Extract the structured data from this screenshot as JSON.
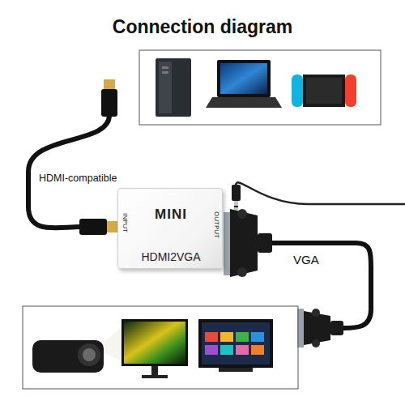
{
  "diagram": {
    "title": "Connection diagram",
    "nodes": [
      {
        "text": [
          "MINI",
          "HDMI2VGA",
          "INPUT",
          "OUTPUT"
        ]
      }
    ],
    "labels": [
      "HDMI-compatible",
      "VGA"
    ]
  }
}
